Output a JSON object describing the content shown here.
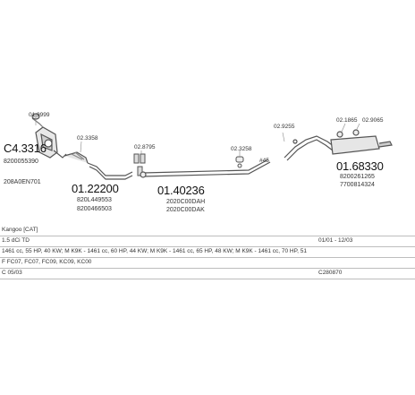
{
  "parts": [
    {
      "number": "C4.3316",
      "oem": [
        "8200055390",
        "208A0EN701"
      ],
      "tag": "01.9999"
    },
    {
      "number": "01.22200",
      "oem": [
        "820L449553",
        "8200466503"
      ],
      "tag": "02.3358"
    },
    {
      "number": "01.40236",
      "oem": [
        "2020C00DAH",
        "2020C00DAK"
      ],
      "tag": "02.8795"
    },
    {
      "number": "01.68330",
      "oem": [
        "8200261265",
        "7700814324"
      ],
      "tags": [
        "02.9255",
        "02.1865",
        "02.9065"
      ]
    }
  ],
  "small_tags": {
    "clamp_mid": "02.3258",
    "code_45": "#45"
  },
  "table": {
    "model": "Kangoo [CAT]",
    "engine": "1.5 dCi TD",
    "date_range": "01/01 - 12/03",
    "specs": "1461 cc, 55 HP, 40 KW; M K9K - 1461 cc, 60 HP, 44 KW; M K9K - 1461 cc, 65 HP, 48 KW; M K9K - 1461 cc, 70 HP, 51",
    "codes": "F FC07, FC07, FC09, KC09, KC00",
    "chassis": "C 05/03",
    "ref": "C280870"
  }
}
